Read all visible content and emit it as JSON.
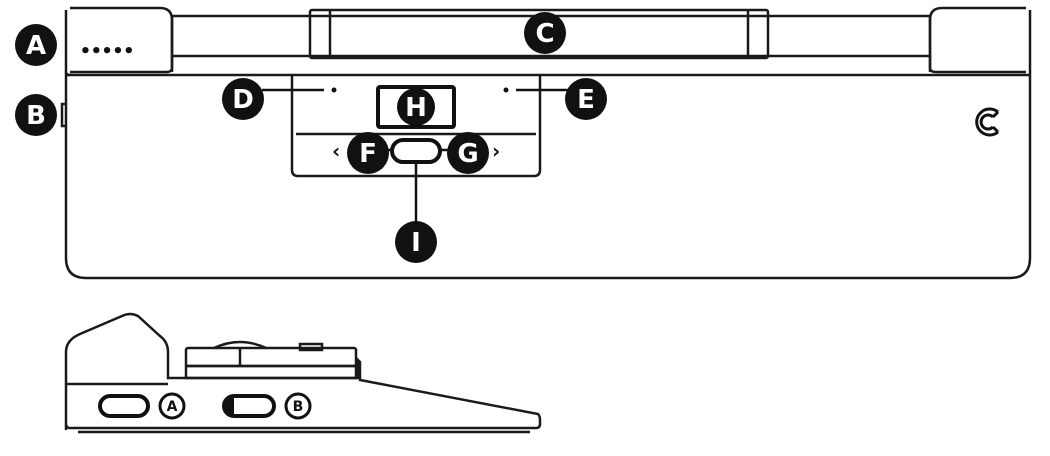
{
  "labels_top": {
    "a": "A",
    "b": "B",
    "c": "C",
    "d": "D",
    "e": "E",
    "f": "F",
    "g": "G",
    "h": "H",
    "i": "I"
  },
  "labels_side": {
    "a": "A",
    "b": "B"
  },
  "arrows": {
    "left": "‹",
    "right": "›"
  },
  "indicator_dots": "•••••",
  "colors": {
    "line": "#1a1a1a",
    "badge_fill": "#111111",
    "badge_text": "#ffffff"
  },
  "icons": [
    "brand-logo-icon"
  ]
}
